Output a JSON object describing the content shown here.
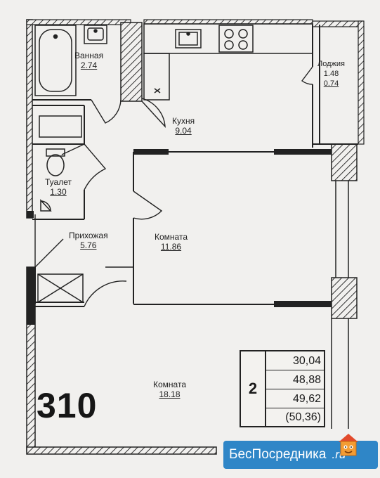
{
  "rooms": {
    "bathroom": {
      "name": "Ванная",
      "area": "2.74"
    },
    "kitchen": {
      "name": "Кухня",
      "area": "9.04"
    },
    "loggia": {
      "name": "Лоджия",
      "area1": "1.48",
      "area2": "0.74"
    },
    "toilet": {
      "name": "Туалет",
      "area": "1.30"
    },
    "hallway": {
      "name": "Прихожая",
      "area": "5.76"
    },
    "room1": {
      "name": "Комната",
      "area": "11.86"
    },
    "room2": {
      "name": "Комната",
      "area": "18.18"
    }
  },
  "apartment_number": "310",
  "summary": {
    "room_count": "2",
    "areas": [
      "30,04",
      "48,88",
      "49,62",
      "(50,36)"
    ]
  },
  "watermark": {
    "name": "БесПосредника",
    "tld": ".ru",
    "color": "#2f86c7"
  },
  "colors": {
    "wall": "#222222",
    "paper": "#f1f0ee"
  }
}
